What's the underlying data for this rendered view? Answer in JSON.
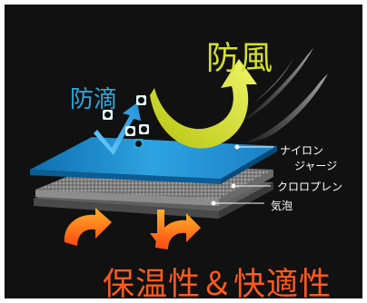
{
  "labels": {
    "windproof": "防風",
    "drip_proof": "防滴",
    "layer_nylon_line1": "ナイロン",
    "layer_nylon_line2": "ジャージ",
    "layer_chloroprene": "クロロプレン",
    "layer_foam": "気泡",
    "slogan": "保温性＆快適性"
  },
  "colors": {
    "background": "#111111",
    "windproof_text": "#d4e12a",
    "drip_text": "#2aa8e0",
    "slogan_text": "#ff5a1e",
    "top_layer": "#1f8fcf",
    "middle_layer": "#9a9a9a",
    "warm_arrow": "#ff8a1a",
    "wind_arrow": "#d8e63a"
  },
  "icons": {
    "wind_arrow": "curved-up-arrow",
    "water_arrow": "v-arrow",
    "warm_arrows": "curved-arrow",
    "droplets": "water-droplet",
    "wind_streaks": "smoke-wisp"
  }
}
